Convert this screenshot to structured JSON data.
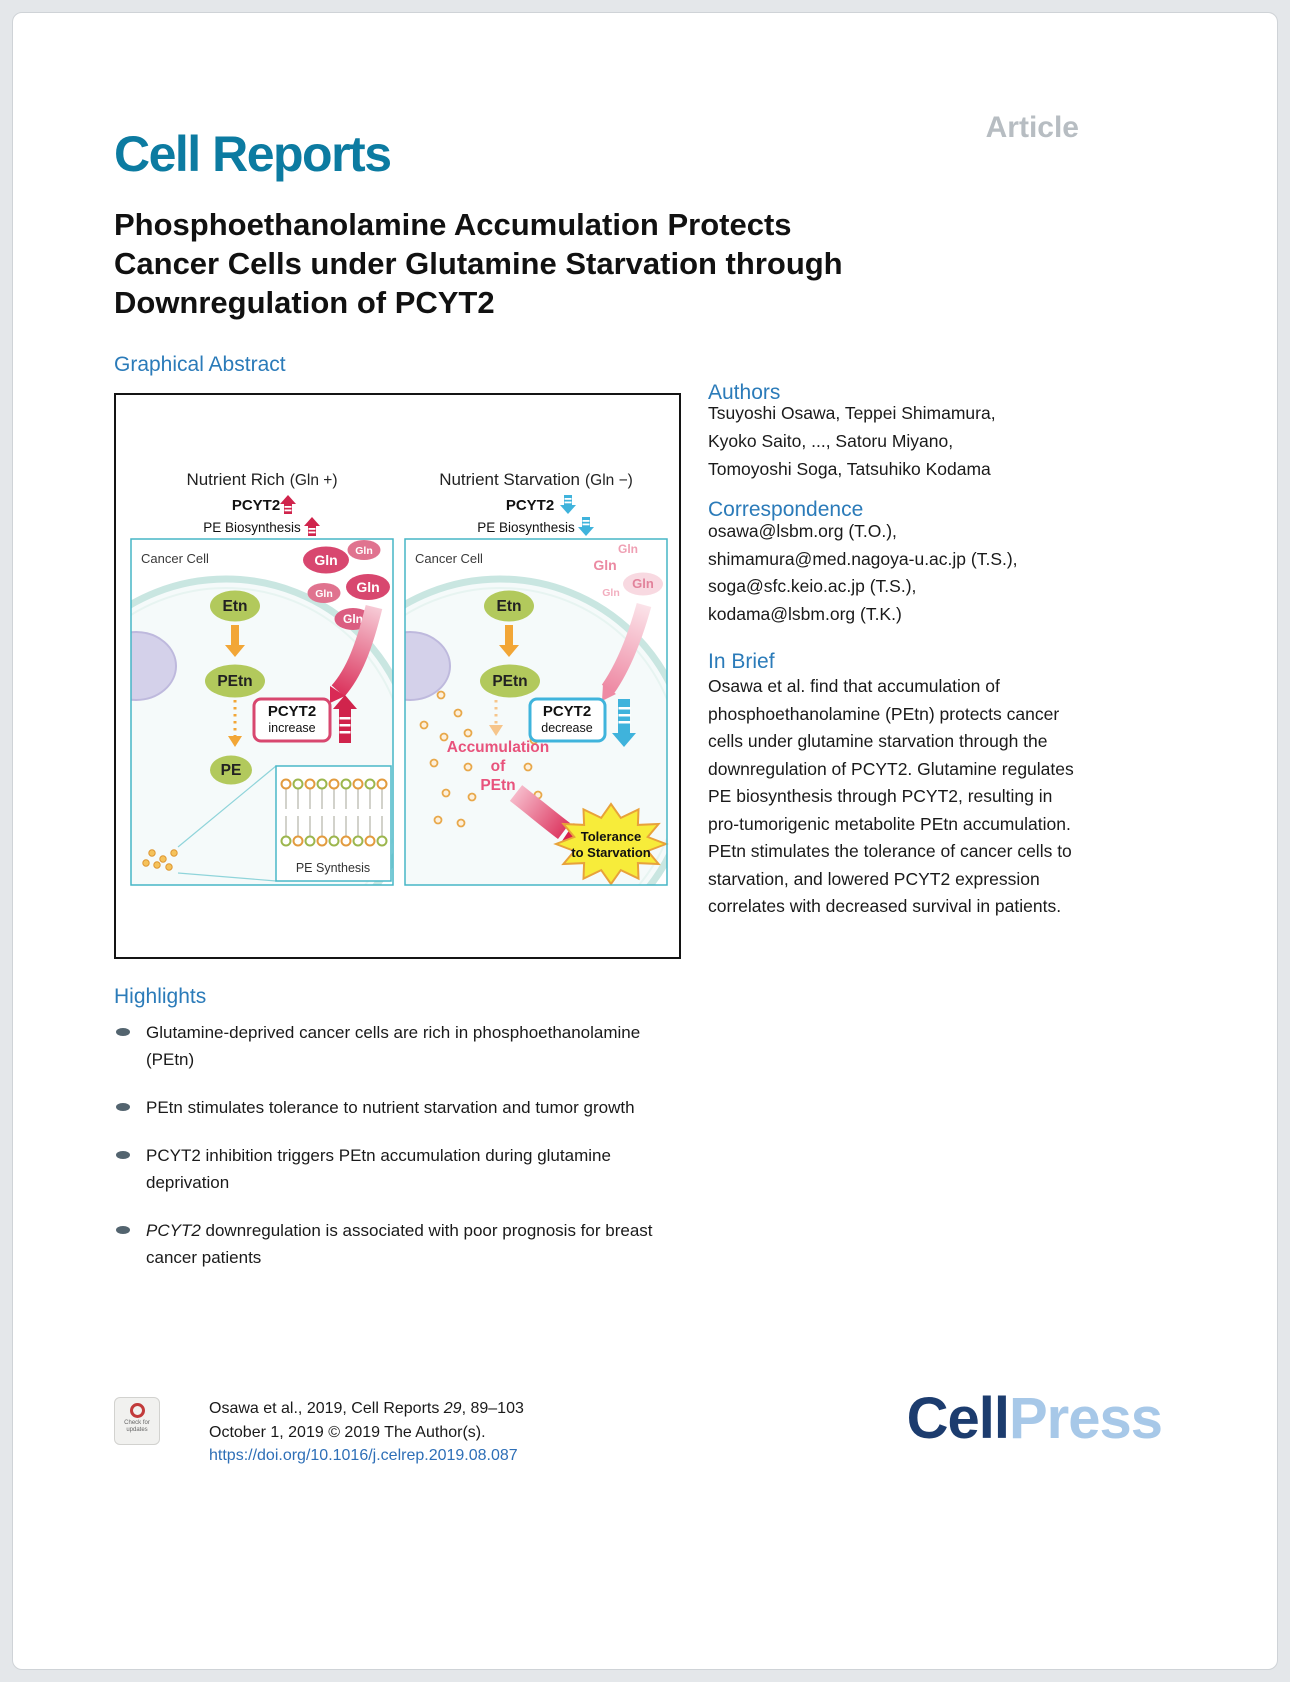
{
  "colors": {
    "journal_logo": "#0c7ba1",
    "heading_blue": "#2b7bb9",
    "article_gray": "#b7bdc2",
    "link_blue": "#2e6fb7",
    "gln_pink": "#d8476f",
    "metabolite_green": "#b2c95c",
    "arrow_orange": "#f2a636",
    "increase_red": "#d0244c",
    "decrease_blue": "#3fb3dc",
    "accumulation_pink": "#e8537c",
    "starburst_yellow": "#f7ec3a"
  },
  "page": {
    "article_label": "Article",
    "journal": "Cell Reports"
  },
  "title": {
    "lines": [
      "Phosphoethanolamine Accumulation Protects",
      "Cancer Cells under Glutamine Starvation through",
      "Downregulation of PCYT2"
    ]
  },
  "graphical_abstract": {
    "heading": "Graphical Abstract",
    "left_panel": {
      "condition": "Nutrient Rich",
      "condition_suffix": "(Gln +)",
      "gene": "PCYT2",
      "process": "PE Biosynthesis",
      "cell_label": "Cancer Cell",
      "gln": "Gln",
      "etn": "Etn",
      "petn": "PEtn",
      "pcyt2_box_title": "PCYT2",
      "pcyt2_box_state": "increase",
      "pe": "PE",
      "membrane_label": "PE Synthesis"
    },
    "right_panel": {
      "condition": "Nutrient Starvation",
      "condition_suffix": "(Gln −)",
      "gene": "PCYT2",
      "process": "PE Biosynthesis",
      "cell_label": "Cancer Cell",
      "gln": "Gln",
      "etn": "Etn",
      "petn": "PEtn",
      "pcyt2_box_title": "PCYT2",
      "pcyt2_box_state": "decrease",
      "accumulation_line1": "Accumulation",
      "accumulation_line2": "of",
      "accumulation_line3": "PEtn",
      "starburst_line1": "Tolerance",
      "starburst_line2": "to Starvation"
    }
  },
  "highlights": {
    "heading": "Highlights",
    "items": [
      "Glutamine-deprived cancer cells are rich in phosphoethanolamine (PEtn)",
      "PEtn stimulates tolerance to nutrient starvation and tumor growth",
      "PCYT2 inhibition triggers PEtn accumulation during glutamine deprivation"
    ],
    "item4_gene": "PCYT2",
    "item4_rest": " downregulation is associated with poor prognosis for breast cancer patients"
  },
  "authors": {
    "heading": "Authors",
    "lines": [
      "Tsuyoshi Osawa, Teppei Shimamura,",
      "Kyoko Saito, ..., Satoru Miyano,",
      "Tomoyoshi Soga, Tatsuhiko Kodama"
    ]
  },
  "correspondence": {
    "heading": "Correspondence",
    "lines": [
      "osawa@lsbm.org (T.O.),",
      "shimamura@med.nagoya-u.ac.jp (T.S.),",
      "soga@sfc.keio.ac.jp (T.S.),",
      "kodama@lsbm.org (T.K.)"
    ]
  },
  "in_brief": {
    "heading": "In Brief",
    "text": "Osawa et al. find that accumulation of phosphoethanolamine (PEtn) protects cancer cells under glutamine starvation through the downregulation of PCYT2. Glutamine regulates PE biosynthesis through PCYT2, resulting in pro-tumorigenic metabolite PEtn accumulation. PEtn stimulates the tolerance of cancer cells to starvation, and lowered PCYT2 expression correlates with decreased survival in patients."
  },
  "footer": {
    "badge_line1": "Check for",
    "badge_line2": "updates",
    "citation_prefix": "Osawa et al., 2019, Cell Reports ",
    "citation_volume": "29",
    "citation_suffix": ", 89–103",
    "date_copyright": "October 1, 2019 © 2019 The Author(s).",
    "doi": "https://doi.org/10.1016/j.celrep.2019.08.087",
    "publisher_part1": "Cell",
    "publisher_part2": "Press"
  }
}
